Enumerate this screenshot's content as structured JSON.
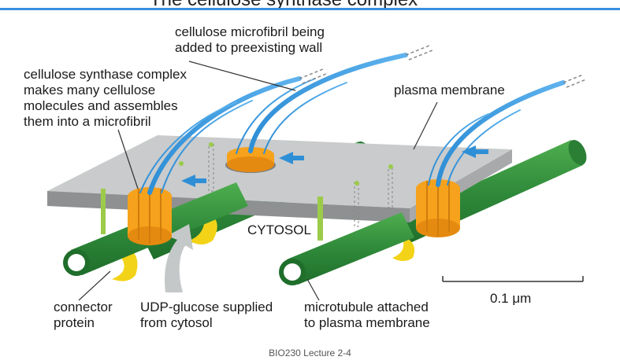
{
  "header": {
    "title_partial": "The cellulose synthase complex"
  },
  "labels": {
    "microfibril": [
      "cellulose microfibril being",
      "added to preexisting wall"
    ],
    "synthase": [
      "cellulose synthase complex",
      "makes many cellulose",
      "molecules and assembles",
      "them into a microfibril"
    ],
    "plasma_membrane": "plasma membrane",
    "cytosol": "CYTOSOL",
    "connector": [
      "connector",
      "protein"
    ],
    "udp": [
      "UDP-glucose supplied",
      "from cytosol"
    ],
    "microtubule": [
      "microtubule attached",
      "to plasma membrane"
    ],
    "scale": "0.1 μm"
  },
  "footer": "BIO230 Lecture 2-4",
  "colors": {
    "header_rule": "#3a8fe0",
    "membrane_top": "#c9cbcc",
    "membrane_side": "#8e9091",
    "microtubule": "#2f8a3a",
    "microfibril": "#2f8fd6",
    "synthase": "#f6a21c",
    "connector": "#f2d318",
    "stalk": "#9ccb4a",
    "arrow": "#2f8fd6"
  }
}
